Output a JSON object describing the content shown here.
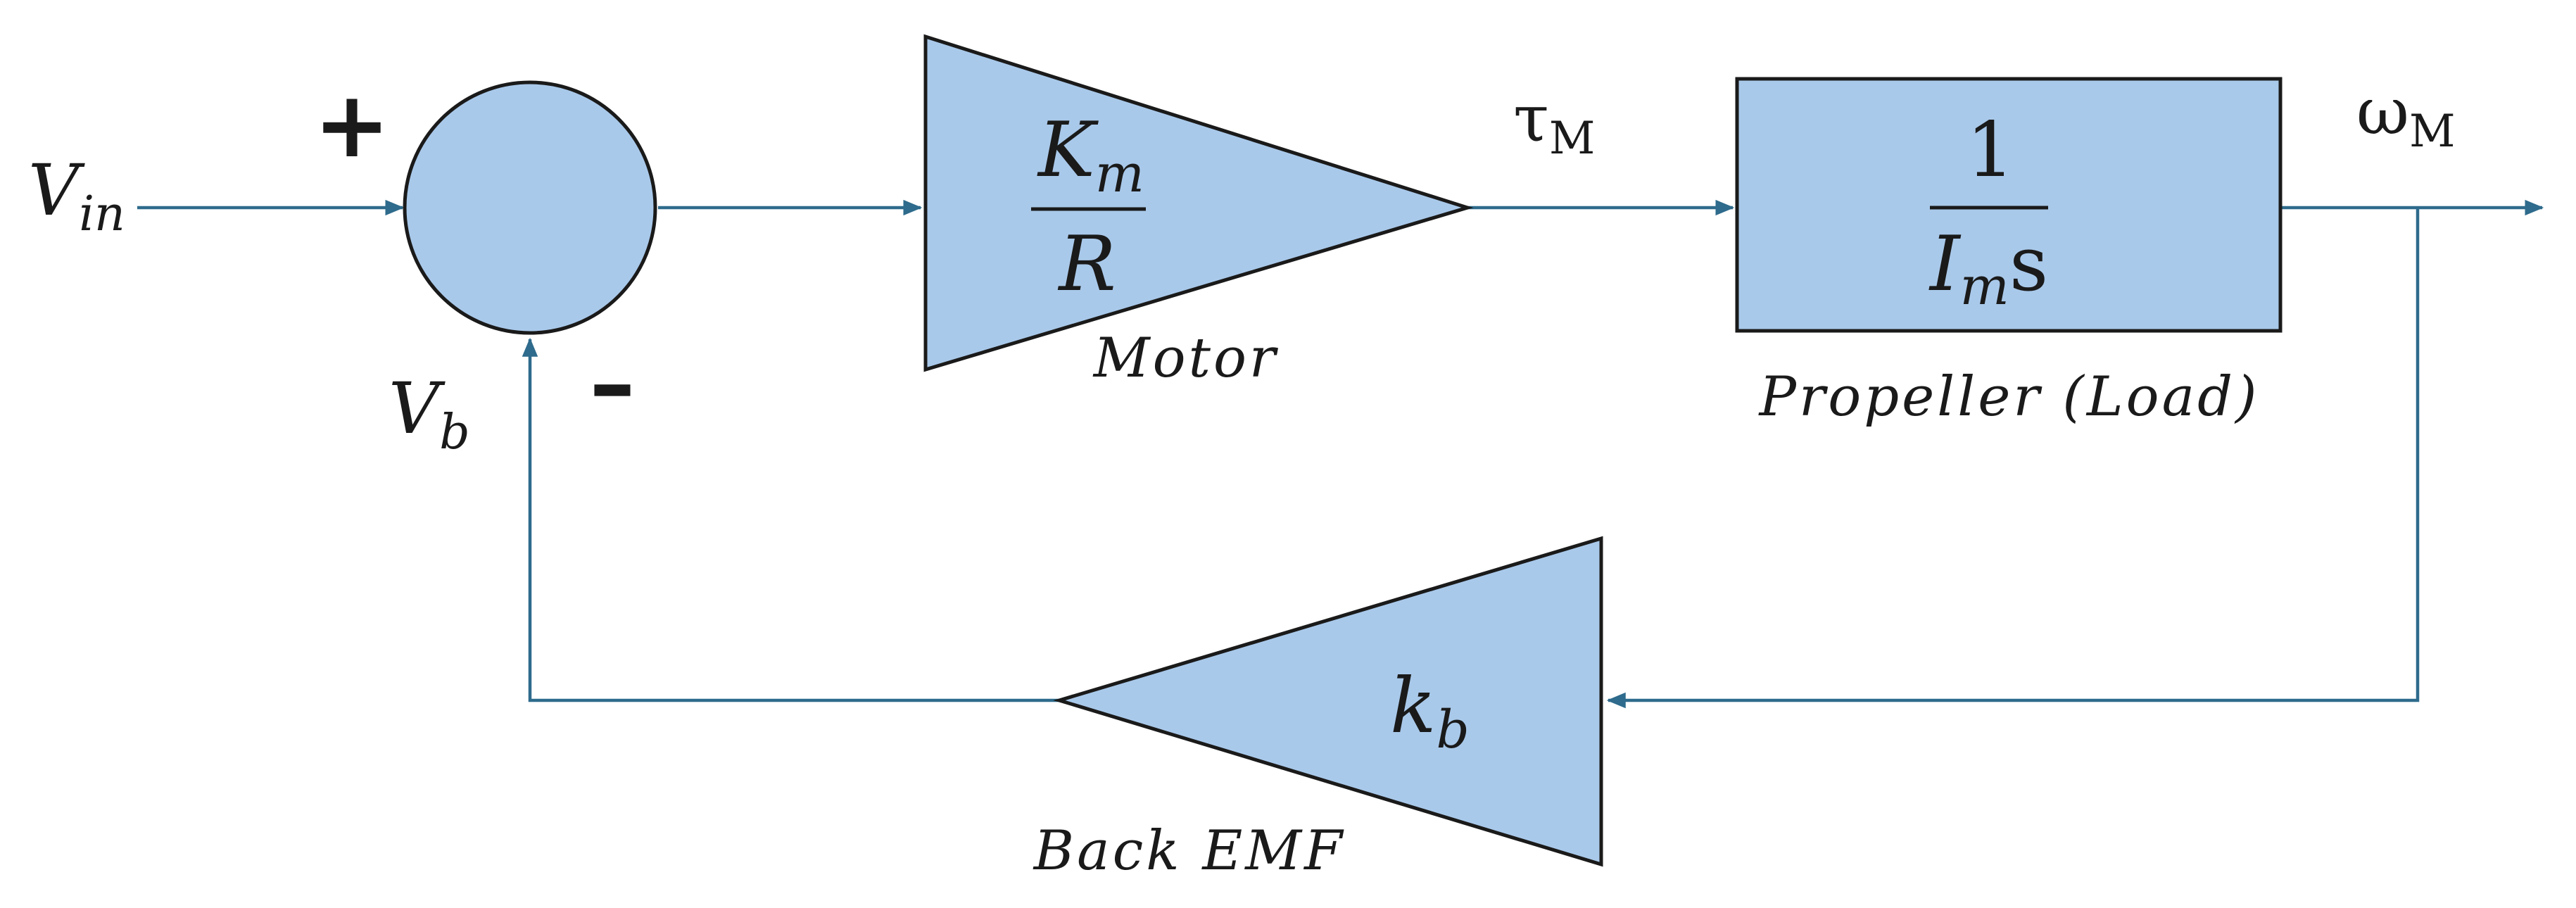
{
  "colors": {
    "block_fill": "#a9c9ea",
    "block_stroke": "#1a1a1a",
    "wire": "#2e6b8c",
    "text": "#1a1a1a"
  },
  "signals": {
    "input": {
      "base": "V",
      "sub": "in"
    },
    "feedback": {
      "base": "V",
      "sub": "b"
    },
    "torque": {
      "base": "τ",
      "sub": "M"
    },
    "speed": {
      "base": "ω",
      "sub": "M"
    }
  },
  "summing_junction": {
    "plus_sign": "+",
    "minus_sign": "–"
  },
  "motor": {
    "numerator": {
      "base": "K",
      "sub": "m"
    },
    "denominator": "R",
    "caption": "Motor"
  },
  "load": {
    "numerator": "1",
    "denominator": {
      "base": "I",
      "sub": "m",
      "tail": "s"
    },
    "caption": "Propeller (Load)"
  },
  "back_emf": {
    "gain": {
      "base": "k",
      "sub": "b"
    },
    "caption": "Back EMF"
  }
}
